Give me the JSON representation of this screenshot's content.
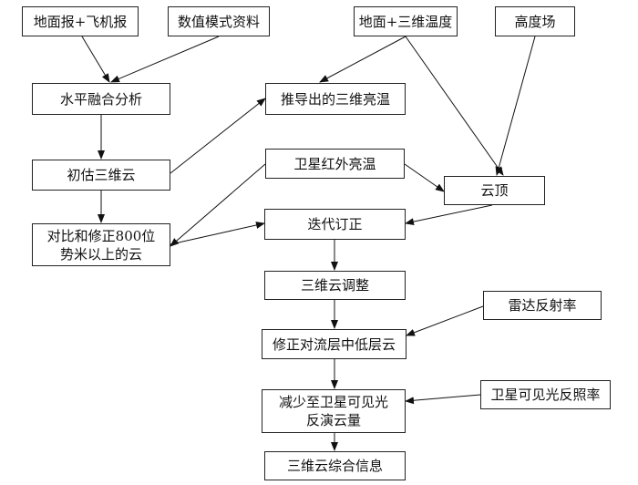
{
  "nodes": {
    "ground_aircraft": "地面报+飞机报",
    "model_data": "数值模式资料",
    "ground_3d_temp": "地面+三维温度",
    "height_field": "高度场",
    "horizontal_fusion": "水平融合分析",
    "derived_3d_bright_temp": "推导出的三维亮温",
    "initial_3d_cloud": "初估三维云",
    "sat_ir_bright_temp": "卫星红外亮温",
    "cloud_top": "云顶",
    "compare_correct_800": "对比和修正800位\n势米以上的云",
    "iterative_correction": "迭代订正",
    "cloud_3d_adjust": "三维云调整",
    "correct_low_mid_cloud": "修正对流层中低层云",
    "radar_reflectivity": "雷达反射率",
    "reduce_to_sat_visible": "减少至卫星可见光\n反演云量",
    "sat_visible_albedo": "卫星可见光反照率",
    "cloud_3d_integrated": "三维云综合信息"
  }
}
